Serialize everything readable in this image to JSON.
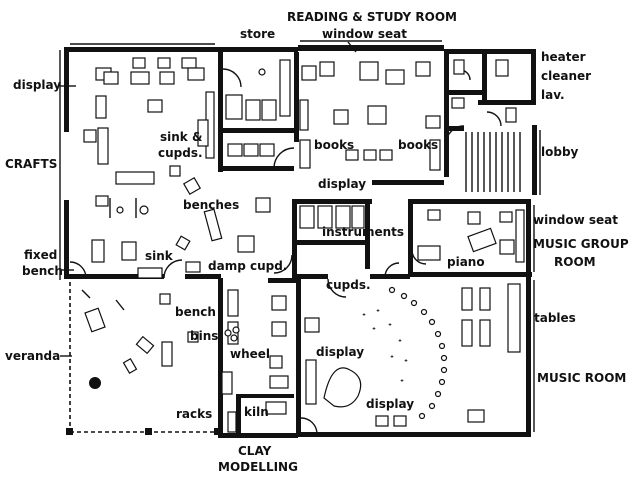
{
  "labels": {
    "reading": "READING & STUDY ROOM",
    "store": "store",
    "window_seat_top": "window seat",
    "heater": "heater",
    "cleaner": "cleaner",
    "lav": "lav.",
    "display_tl": "display",
    "crafts": "CRAFTS",
    "sink_cupds": "sink &",
    "sink_cupds2": "cupds.",
    "books_l": "books",
    "books_r": "books",
    "lobby": "lobby",
    "display_mid": "display",
    "benches": "benches",
    "window_seat_r": "window seat",
    "instruments": "instruments",
    "music_group": "MUSIC GROUP",
    "room": "ROOM",
    "fixed": "fixed",
    "bench": "bench",
    "sink": "sink",
    "damp_cupd": "damp cupd.",
    "piano": "piano",
    "cupds": "cupds.",
    "bench2": "bench",
    "tables": "tables",
    "bins": "bins",
    "veranda": "veranda",
    "wheel": "wheel",
    "display_low": "display",
    "music_room": "MUSIC ROOM",
    "racks": "racks",
    "kiln": "kiln",
    "display_bot": "display",
    "clay": "CLAY",
    "modelling": "MODELLING"
  }
}
